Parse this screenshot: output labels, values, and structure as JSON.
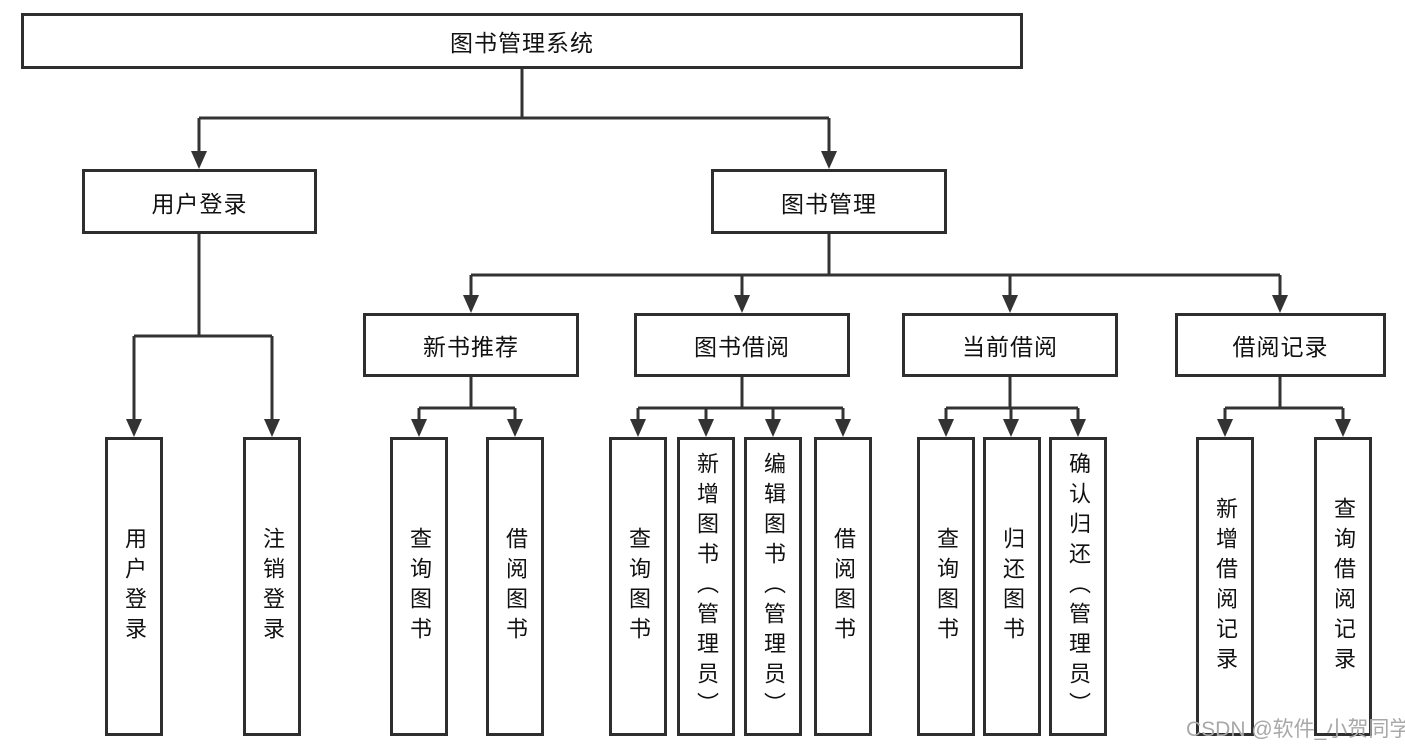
{
  "diagram": {
    "root": {
      "label": "图书管理系统"
    },
    "branches": [
      {
        "label": "用户登录",
        "children": [
          {
            "label": "用户登录"
          },
          {
            "label": "注销登录"
          }
        ]
      },
      {
        "label": "图书管理",
        "children": [
          {
            "label": "新书推荐",
            "children": [
              {
                "label": "查询图书"
              },
              {
                "label": "借阅图书"
              }
            ]
          },
          {
            "label": "图书借阅",
            "children": [
              {
                "label": "查询图书"
              },
              {
                "label": "新增图书（管理员）"
              },
              {
                "label": "编辑图书（管理员）"
              },
              {
                "label": "借阅图书"
              }
            ]
          },
          {
            "label": "当前借阅",
            "children": [
              {
                "label": "查询图书"
              },
              {
                "label": "归还图书"
              },
              {
                "label": "确认归还（管理员）"
              }
            ]
          },
          {
            "label": "借阅记录",
            "children": [
              {
                "label": "新增借阅记录"
              },
              {
                "label": "查询借阅记录"
              }
            ]
          }
        ]
      }
    ],
    "watermark": "CSDN @软件_小贺同学",
    "colors": {
      "line": "#333333",
      "box_border": "#2e2e2e",
      "watermark": "#a8a8a8",
      "background": "#ffffff"
    }
  }
}
